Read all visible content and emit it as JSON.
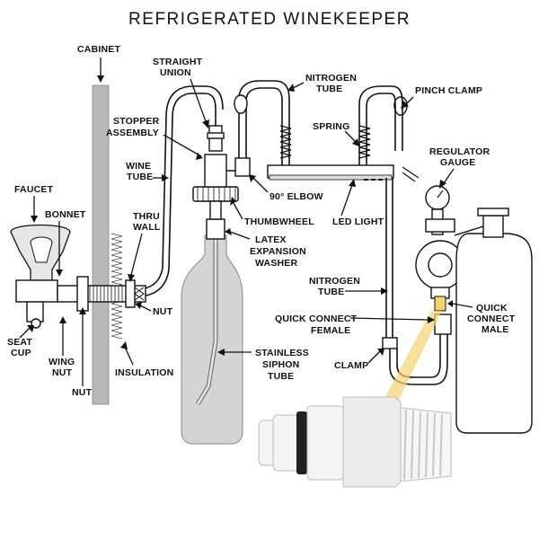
{
  "title": "REFRIGERATED WINEKEEPER",
  "labels": {
    "cabinet": "CABINET",
    "straight_union_1": "STRAIGHT",
    "straight_union_2": "UNION",
    "nitrogen_tube_top_1": "NITROGEN",
    "nitrogen_tube_top_2": "TUBE",
    "pinch_clamp": "PINCH CLAMP",
    "stopper_assembly_1": "STOPPER",
    "stopper_assembly_2": "ASSEMBLY",
    "spring": "SPRING",
    "regulator_gauge_1": "REGULATOR",
    "regulator_gauge_2": "GAUGE",
    "wine_tube_1": "WINE",
    "wine_tube_2": "TUBE",
    "faucet": "FAUCET",
    "elbow": "90° ELBOW",
    "bonnet": "BONNET",
    "thumbwheel": "THUMBWHEEL",
    "led_light": "LED LIGHT",
    "thru_wall_1": "THRU",
    "thru_wall_2": "WALL",
    "latex_1": "LATEX",
    "latex_2": "EXPANSION",
    "latex_3": "WASHER",
    "nitrogen_tube_mid_1": "NITROGEN",
    "nitrogen_tube_mid_2": "TUBE",
    "nut_right": "NUT",
    "quick_connect_male_1": "QUICK",
    "quick_connect_male_2": "CONNECT",
    "quick_connect_male_3": "MALE",
    "quick_connect_female_1": "QUICK CONNECT",
    "quick_connect_female_2": "FEMALE",
    "seat_cup_1": "SEAT",
    "seat_cup_2": "CUP",
    "wing_nut_1": "WING",
    "wing_nut_2": "NUT",
    "clamp": "CLAMP",
    "insulation": "INSULATION",
    "stainless_1": "STAINLESS",
    "stainless_2": "SIPHON",
    "stainless_3": "TUBE",
    "nut_bottom": "NUT"
  },
  "colors": {
    "ink": "#111111",
    "bottle_fill": "#d4d4d4",
    "cabinet_fill": "#b8b8b8",
    "highlight": "#f3d36b",
    "connector_fill": "#f4f4f4"
  }
}
